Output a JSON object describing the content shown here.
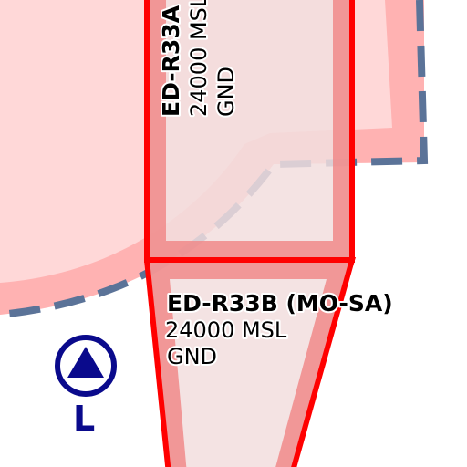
{
  "colors": {
    "background": "#ffffff",
    "zone_fill": "#ffd8d8",
    "zone_band": "#ff9a9a",
    "restricted_fill": "#f2dede",
    "restricted_band": "#f08a8a",
    "restricted_border": "#ff0000",
    "boundary_dash": "#5b7398",
    "symbol": "#0a0a8c"
  },
  "restricted_areas": [
    {
      "name": "ED-R33A",
      "upper_limit": "24000 MSL",
      "lower_limit": "GND"
    },
    {
      "name": "ED-R33B (MO-SA)",
      "upper_limit": "24000 MSL",
      "lower_limit": "GND"
    }
  ],
  "symbol": {
    "icon": "triangle-in-circle-icon",
    "letter": "L"
  }
}
